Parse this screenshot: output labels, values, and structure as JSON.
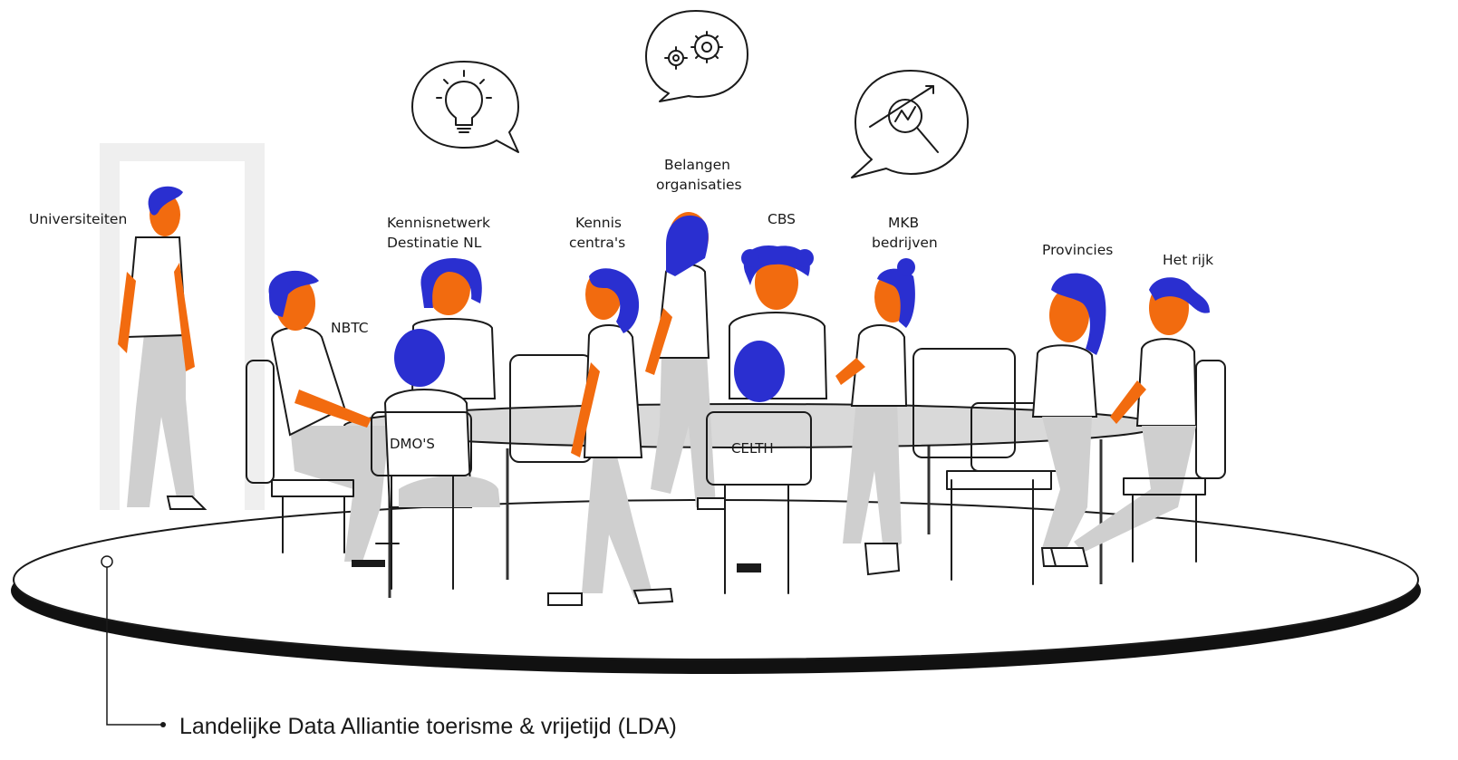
{
  "labels": {
    "universiteiten": "Universiteiten",
    "nbtc": "NBTC",
    "kennisnetwerk_line1": "Kennisnetwerk",
    "kennisnetwerk_line2": "Destinatie NL",
    "kennis_line1": "Kennis",
    "kennis_line2": "centra's",
    "belangen_line1": "Belangen",
    "belangen_line2": "organisaties",
    "cbs": "CBS",
    "mkb_line1": "MKB",
    "mkb_line2": "bedrijven",
    "provincies": "Provincies",
    "het_rijk": "Het rijk"
  },
  "chair_labels": {
    "dmos": "DMO'S",
    "celth": "CELTH"
  },
  "caption": "Landelijke Data Alliantie toerisme & vrijetijd (LDA)",
  "colors": {
    "skin": "#f26b0f",
    "hair": "#2a2fd0",
    "pants": "#cfcfcf",
    "ink": "#1a1a1a",
    "floor_shadow": "#111111",
    "table": "#d9d9d9",
    "door": "#eeeeee"
  },
  "icons": [
    "lightbulb-icon",
    "gears-icon",
    "magnifier-chart-icon"
  ]
}
